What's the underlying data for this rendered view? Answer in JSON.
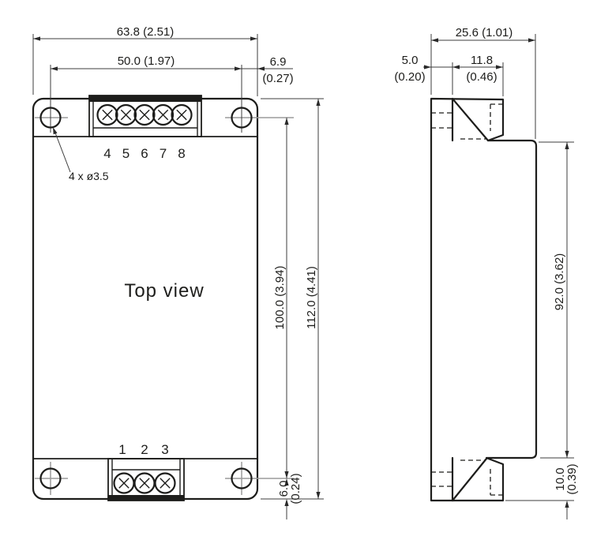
{
  "drawing": {
    "left_view": {
      "label": "Top view",
      "hole_callout": "4 x ø3.5",
      "top_terminal_pins": [
        "4",
        "5",
        "6",
        "7",
        "8"
      ],
      "bottom_terminal_pins": [
        "1",
        "2",
        "3"
      ],
      "dim_overall_width": "63.8 (2.51)",
      "dim_hole_spacing_h": "50.0 (1.97)",
      "dim_hole_edge_offset_mm": "6.9",
      "dim_hole_edge_offset_in": "(0.27)",
      "dim_hole_spacing_v": "100.0 (3.94)",
      "dim_overall_height": "112.0 (4.41)",
      "dim_hole_bottom_offset_mm": "6.0",
      "dim_hole_bottom_offset_in": "(0.24)"
    },
    "side_view": {
      "dim_overall_depth": "25.6 (1.01)",
      "dim_flange_thickness_mm": "5.0",
      "dim_flange_thickness_in": "(0.20)",
      "dim_clip_depth_mm": "11.8",
      "dim_clip_depth_in": "(0.46)",
      "dim_body_height": "92.0 (3.62)",
      "dim_clip_height_mm": "10.0",
      "dim_clip_height_in": "(0.39)"
    },
    "colors": {
      "line": "#1d1d1b",
      "dimension_line": "#3c3c3c",
      "crosshair": "#9b9b9b",
      "background": "#ffffff"
    }
  }
}
